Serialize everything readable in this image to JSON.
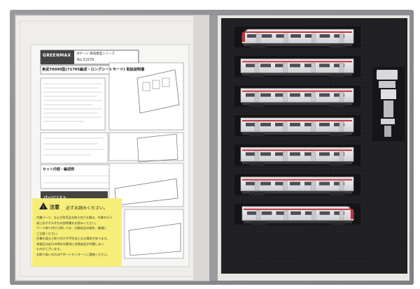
{
  "manual": {
    "brand": "GREENMAX",
    "series_line": "Nゲージ 鉄道模型シリーズ",
    "title": "東武70090型(71795編成・ロングシートモード) 取扱説明書",
    "number": "No.31579",
    "section_set": "セット内容・編成例",
    "section_parts": "パーツリスト",
    "caution_title": "注意",
    "caution_subtitle": "必ずお読みください。",
    "caution_lines": [
      "付属パーツ、および別売品を取り付ける際は、作業を行う",
      "前に必ずそれぞれの説明書をお読みください。",
      "パーツ取り付けに際しては、分解部品の紛失、破損に",
      "ご注意ください。",
      "作業を誤ると取り付けが不完全になる場合があります。",
      "本製品は走行の際の分解用に交換部品が付属しない",
      "ものがございます。",
      "お取り扱いの方はサポートセンターへご連絡ください。"
    ]
  },
  "colors": {
    "box_grey": "#8f8f93",
    "sheet": "#f3f3f1",
    "foam": "#202022",
    "caution_yellow": "#f7ef7a",
    "car_body": "#e9e9ea",
    "accent_red": "#c2303a"
  },
  "train": {
    "car_count": 7,
    "description": "black foam tray holding seven silver cars with red stripes"
  }
}
